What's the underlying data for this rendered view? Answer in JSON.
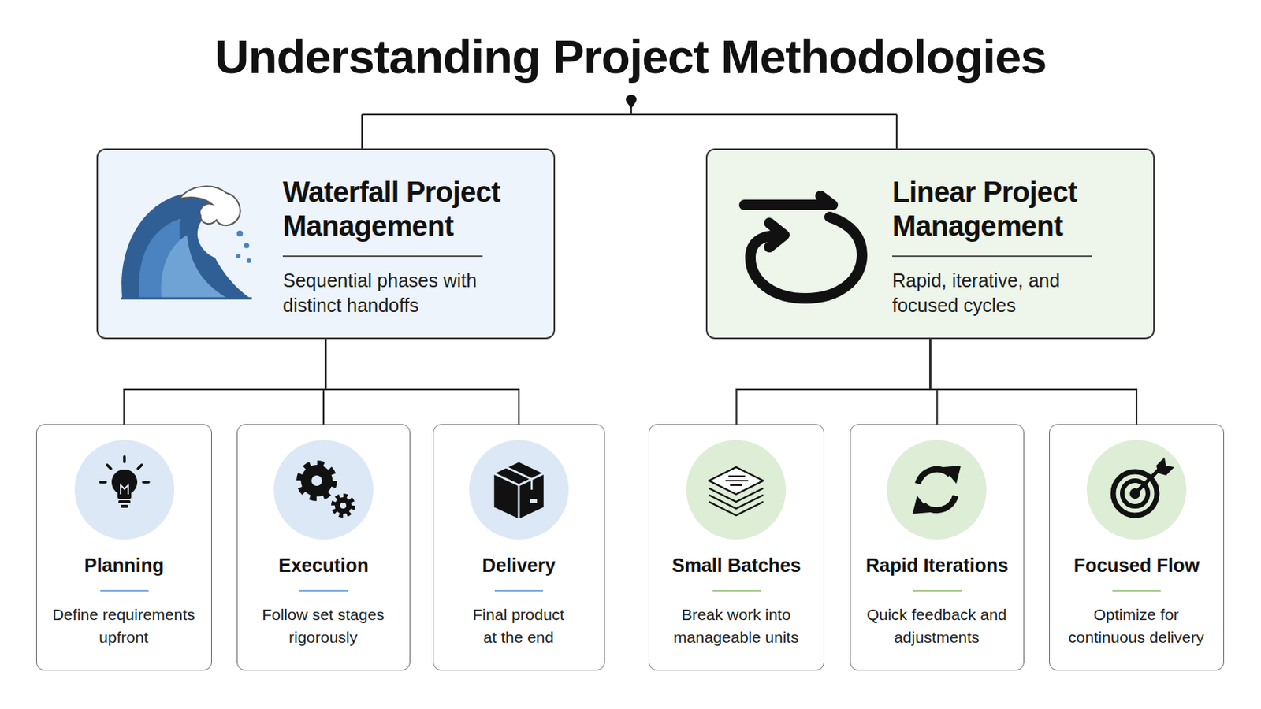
{
  "diagram": {
    "title": "Understanding Project Methodologies",
    "nodes": [
      {
        "text": [
          "Waterfall Project Management",
          "Sequential phases with distinct handoffs"
        ]
      },
      {
        "text": [
          "Linear Project Management",
          "Rapid, iterative, and focused cycles"
        ]
      },
      {
        "text": [
          "Planning",
          "Define requirements upfront"
        ]
      },
      {
        "text": [
          "Execution",
          "Follow set stages rigorously"
        ]
      },
      {
        "text": [
          "Delivery",
          "Final product at the end"
        ]
      },
      {
        "text": [
          "Small Batches",
          "Break work into manageable units"
        ]
      },
      {
        "text": [
          "Rapid Iterations",
          "Quick feedback and adjustments"
        ]
      },
      {
        "text": [
          "Focused Flow",
          "Optimize for continuous delivery"
        ]
      }
    ],
    "edges": [
      {
        "from": 0,
        "to": 2,
        "arrow": "none"
      },
      {
        "from": 0,
        "to": 3,
        "arrow": "none"
      },
      {
        "from": 0,
        "to": 4,
        "arrow": "none"
      },
      {
        "from": 1,
        "to": 5,
        "arrow": "none"
      },
      {
        "from": 1,
        "to": 6,
        "arrow": "none"
      },
      {
        "from": 1,
        "to": 7,
        "arrow": "none"
      }
    ]
  }
}
